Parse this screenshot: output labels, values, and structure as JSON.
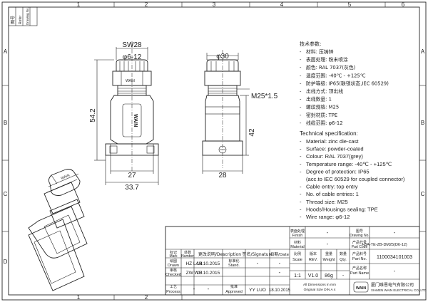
{
  "frame": {
    "col_labels": [
      "1",
      "2",
      "3",
      "4",
      "5",
      "6"
    ],
    "row_labels": [
      "A",
      "B",
      "C",
      "D"
    ],
    "corner_box": {
      "drawing_no": "图号",
      "reference": "Refer",
      "drawing_no_en": "Drawing No."
    }
  },
  "dimensions": {
    "front_sw": "SW28",
    "front_cable_range": "φ6-12",
    "front_height_total": "54.2",
    "front_width_inner": "27",
    "front_width_outer": "33.7",
    "side_diameter": "φ30",
    "side_thread": "M25*1.5",
    "side_height": "42",
    "side_width": "28",
    "brand_vertical": "WAIN",
    "brand_nut": "WAIN"
  },
  "specs_cn": {
    "title": "技术参数:",
    "items": [
      "材料: 压铸锌",
      "表面处理: 粉末喷涂",
      "颜色: RAL 7037(灰色)",
      "温度范围: -40℃ - +125℃",
      "防护等级: IP65(联锁状态,IEC 60529)",
      "出线方式: 顶出线",
      "出线数量: 1",
      "螺纹规格: M25",
      "密封材质: TPE",
      "线缆范围: φ6-12"
    ]
  },
  "specs_en": {
    "title": "Technical specification:",
    "items": [
      "Material: zinc die-cast",
      "Surface: powder-coated",
      "Colour: RAL 7037(grey)",
      "Temperature range: -40℃ - +125℃",
      "Degree of protection: IP65",
      "(acc.to IEC 60529 for coupled connector)",
      "Cable entry: top entry",
      "No. of cable entries: 1",
      "Thread size: M25",
      "Hoods/Housings sealing: TPE",
      "Wire range: φ6-12"
    ]
  },
  "title_block": {
    "finish_cn": "表面处理",
    "finish_en": "Finish",
    "finish_val": "-",
    "material_cn": "材料",
    "material_en": "Material",
    "material_val": "-",
    "scale_cn": "比例",
    "scale_en": "Scale",
    "scale_val": "1:1",
    "rev_cn": "版本",
    "rev_en": "REV.",
    "rev_val": "V1.0",
    "weight_cn": "重量",
    "weight_en": "Weight",
    "weight_val": "86g",
    "qty_cn": "数量",
    "qty_en": "Qty.",
    "qty_val": "-",
    "part_code_cn": "产品代号",
    "part_code_en": "Part Code",
    "part_code_val": "H3A-TE-ZB-DM25(D6-12)",
    "part_no_cn": "产品料号",
    "part_no_en": "Part No.",
    "part_no_val": "1100034101003",
    "part_name_cn": "产品名称",
    "part_name_en": "Part Name",
    "part_name_val": "-",
    "drawing_no_cn": "图号",
    "drawing_no_en": "Drawing No.",
    "drawing_no_val": "-",
    "hdr_mark_cn": "标记",
    "hdr_mark_en": "Mark",
    "hdr_number_cn": "处数",
    "hdr_number_en": "Number",
    "hdr_desc": "更改说明/Description",
    "hdr_sign": "签名/Signature",
    "hdr_date": "日期/Date",
    "drawn_cn": "绘图",
    "drawn_en": "Drawn",
    "drawn_name": "HZ LAN",
    "drawn_date": "18.10.2015",
    "checked_cn": "审核",
    "checked_en": "Checked",
    "checked_name": "ZW WU",
    "checked_date": "18.10.2015",
    "process_cn": "工艺",
    "process_en": "Process",
    "process_name": "-",
    "stand_cn": "标准化",
    "stand_en": "Stand.",
    "stand_name": "-",
    "approved_cn": "批准",
    "approved_en": "Approved",
    "approved_name": "YY LUO",
    "approved_date": "18.10.2015",
    "note_1": "All Dimensions in mm",
    "note_2": "Original Size DIN A 4",
    "company_cn": "厦门唯恩电气有限公司",
    "company_en": "XIAMEN WAIN ELECTRICAL CO.,LTD",
    "logo_text": "WAIN",
    "dash": "-"
  }
}
